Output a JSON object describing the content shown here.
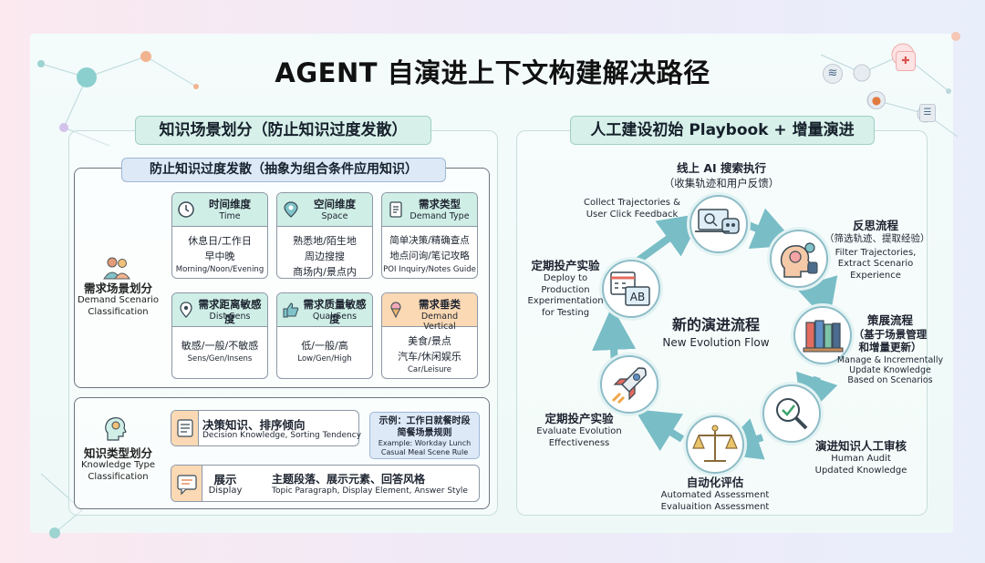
{
  "title": "AGENT 自演进上下文构建解决路径",
  "left": {
    "header": "知识场景划分（防止知识过度发散）",
    "subheader": "防止知识过度发散（抽象为组合条件应用知识）",
    "demand_scenario": {
      "zh": "需求场景划分",
      "en1": "Demand Scenario",
      "en2": "Classification"
    },
    "cards": [
      {
        "zh": "时间维度",
        "en": "Time",
        "lines": [
          "休息日/工作日",
          "早中晚"
        ],
        "small": [
          "Morning/Noon/Evening"
        ]
      },
      {
        "zh": "空间维度",
        "en": "Space",
        "lines": [
          "熟悉地/陌生地",
          "周边搜搜",
          "商场内/景点内"
        ],
        "small": []
      },
      {
        "zh": "需求类型",
        "en": "Demand Type",
        "lines": [
          "简单决策/精确查点",
          "地点问询/笔记攻略"
        ],
        "small": [
          "POI Inquiry/Notes Guide"
        ]
      },
      {
        "zh": "需求距离敏感度",
        "en": "Dist-Sens",
        "lines": [
          "敏感/一般/不敏感"
        ],
        "small": [
          "Sens/Gen/Insens"
        ]
      },
      {
        "zh": "需求质量敏感度",
        "en": "Qual-Sens",
        "lines": [
          "低/一般/高"
        ],
        "small": [
          "Low/Gen/High"
        ]
      },
      {
        "zh": "需求垂类",
        "en": "Demand Vertical",
        "lines": [
          "美食/景点",
          "汽车/休闲娱乐"
        ],
        "small": [
          "Car/Leisure"
        ]
      }
    ],
    "knowledge_type": {
      "zh": "知识类型划分",
      "en1": "Knowledge Type",
      "en2": "Classification"
    },
    "decision": {
      "zh": "决策知识、排序倾向",
      "en": "Decision Knowledge, Sorting Tendency"
    },
    "example": {
      "zh1": "示例：工作日就餐时段",
      "zh2": "简餐场景规则",
      "en1": "Example: Workday Lunch",
      "en2": "Casual Meal Scene Rule"
    },
    "display": {
      "zh": "展示",
      "en": "Display",
      "desc_zh": "主题段落、展示元素、回答风格",
      "desc_en": "Topic Paragraph, Display Element, Answer Style"
    }
  },
  "right": {
    "header": "人工建设初始 Playbook + 增量演进",
    "center": {
      "zh": "新的演进流程",
      "en": "New Evolution Flow"
    },
    "nodes": {
      "search": {
        "zh1": "线上 AI 搜索执行",
        "zh2": "（收集轨迹和用户反馈）",
        "en1": "Collect Trajectories &",
        "en2": "User Click Feedback"
      },
      "reflect": {
        "zh1": "反思流程",
        "zh2": "（筛选轨迹、提取经验）",
        "en1": "Filter Trajectories,",
        "en2": "Extract Scenario",
        "en3": "Experience"
      },
      "develop": {
        "zh1": "策展流程",
        "zh2": "（基于场景管理",
        "zh3": "和增量更新）",
        "en1": "Manage & Incrementally",
        "en2": "Update Knowledge",
        "en3": "Based on Scenarios"
      },
      "audit": {
        "zh1": "演进知识人工审核",
        "en1": "Human Audit",
        "en2": "Updated Knowledge"
      },
      "assess": {
        "zh1": "自动化评估",
        "en1": "Automated Assessment",
        "en2": "Evaluaition Assessment"
      },
      "evaluate": {
        "zh1": "定期投产实验",
        "en1": "Evaluate Evolution",
        "en2": "Effectiveness"
      },
      "deploy": {
        "zh1": "定期投产实验",
        "en1": "Deploy to",
        "en2": "Production",
        "en3": "Experimentation",
        "en4": "for Testing"
      }
    },
    "ab_label": "AB"
  },
  "colors": {
    "teal": "#7fc3c9",
    "pill": "#d8f0ea",
    "orange": "#fbd9b4",
    "arrow": "#79bdc6"
  }
}
